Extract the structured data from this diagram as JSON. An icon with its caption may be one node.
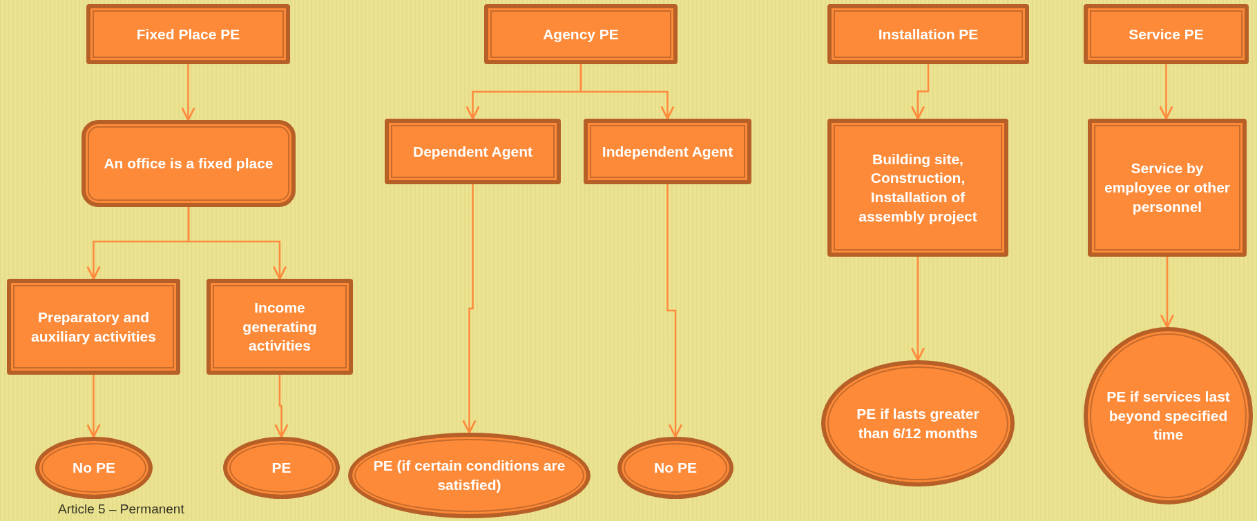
{
  "diagram": {
    "nodes": [
      {
        "text": [
          "Fixed Place PE"
        ]
      },
      {
        "text": [
          "An office is a fixed place"
        ]
      },
      {
        "text": [
          "Preparatory and auxiliary activities"
        ]
      },
      {
        "text": [
          "Income generating activities"
        ]
      },
      {
        "text": [
          "No PE"
        ]
      },
      {
        "text": [
          "PE"
        ]
      },
      {
        "text": [
          "Agency PE"
        ]
      },
      {
        "text": [
          "Dependent Agent"
        ]
      },
      {
        "text": [
          "Independent Agent"
        ]
      },
      {
        "text": [
          "PE (if certain conditions are satisfied)"
        ]
      },
      {
        "text": [
          "No PE"
        ]
      },
      {
        "text": [
          "Installation PE"
        ]
      },
      {
        "text": [
          "Building site, Construction, Installation of assembly project"
        ]
      },
      {
        "text": [
          "PE if lasts greater than 6/12 months"
        ]
      },
      {
        "text": [
          "Service PE"
        ]
      },
      {
        "text": [
          "Service by employee or other personnel"
        ]
      },
      {
        "text": [
          "PE if services last beyond specified time"
        ]
      }
    ],
    "edges": [
      {
        "from": 0,
        "to": 1,
        "arrow": "to"
      },
      {
        "from": 1,
        "to": 2,
        "arrow": "to"
      },
      {
        "from": 1,
        "to": 3,
        "arrow": "to"
      },
      {
        "from": 2,
        "to": 4,
        "arrow": "to"
      },
      {
        "from": 3,
        "to": 5,
        "arrow": "to"
      },
      {
        "from": 6,
        "to": 7,
        "arrow": "to"
      },
      {
        "from": 6,
        "to": 8,
        "arrow": "to"
      },
      {
        "from": 7,
        "to": 9,
        "arrow": "to"
      },
      {
        "from": 8,
        "to": 10,
        "arrow": "to"
      },
      {
        "from": 11,
        "to": 12,
        "arrow": "to"
      },
      {
        "from": 12,
        "to": 13,
        "arrow": "to"
      },
      {
        "from": 14,
        "to": 15,
        "arrow": "to"
      },
      {
        "from": 15,
        "to": 16,
        "arrow": "to"
      }
    ],
    "labels": [
      "Article 5 – Permanent"
    ]
  }
}
